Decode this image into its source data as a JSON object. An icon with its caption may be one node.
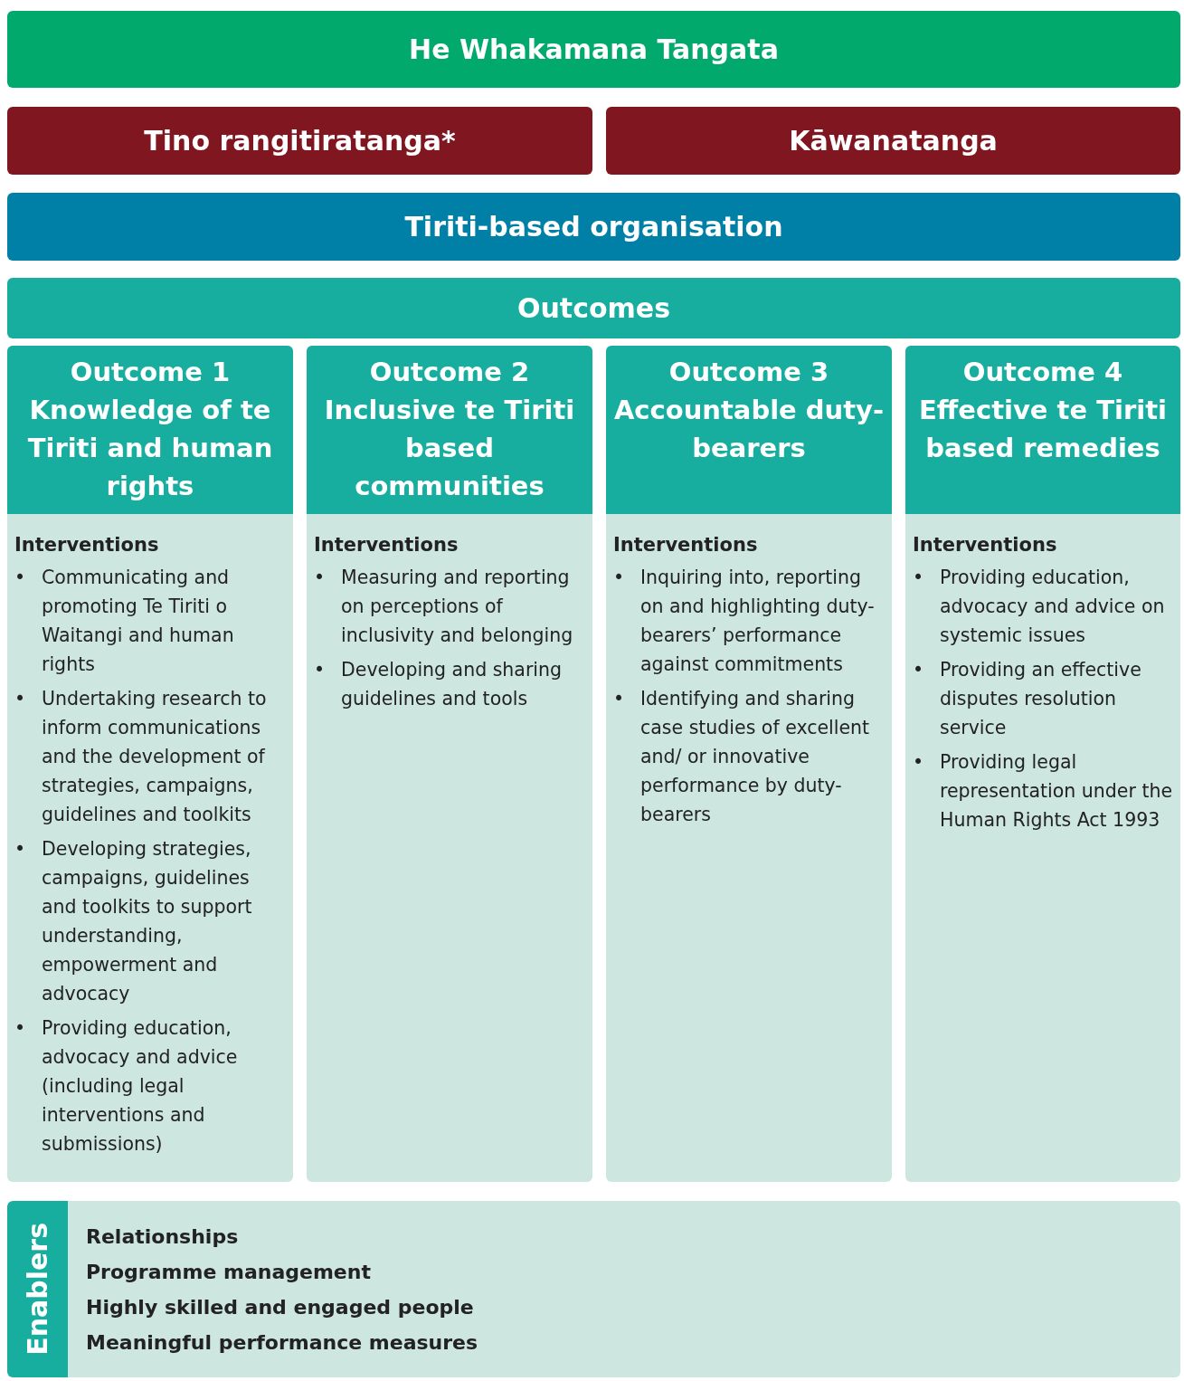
{
  "diagram": {
    "nodes": [
      {
        "text": [
          "He Whakamana Tangata"
        ]
      },
      {
        "text": [
          "Tino rangitiratanga*"
        ]
      },
      {
        "text": [
          "Kāwanatanga"
        ]
      },
      {
        "text": [
          "Tiriti-based organisation"
        ]
      },
      {
        "text": [
          "Outcomes"
        ]
      },
      {
        "text": [
          "Outcome 1 Knowledge of te Tiriti and human rights",
          "Interventions",
          "Communicating and promoting Te Tiriti o Waitangi and human rights",
          "Undertaking research to inform communications and the development of strategies, campaigns, guidelines and toolkits",
          "Developing strategies, campaigns, guidelines and toolkits to support understanding, empowerment and advocacy",
          "Providing education, advocacy and advice (including legal interventions and submissions)"
        ]
      },
      {
        "text": [
          "Outcome 2 Inclusive te Tiriti based communities",
          "Interventions",
          "Measuring and reporting on perceptions of inclusivity and belonging",
          "Developing and sharing guidelines and tools"
        ]
      },
      {
        "text": [
          "Outcome 3 Accountable duty-bearers",
          "Interventions",
          "Inquiring into, reporting on and highlighting duty-bearers’ performance against commitments",
          "Identifying and sharing case studies of excellent and/ or innovative performance by duty-bearers"
        ]
      },
      {
        "text": [
          "Outcome 4 Effective te Tiriti based remedies",
          "Interventions",
          "Providing education, advocacy and advice on systemic issues",
          "Providing an effective disputes resolution service",
          "Providing legal representation under the Human Rights Act 1993"
        ]
      },
      {
        "text": [
          "Relationships",
          "Programme management",
          "Highly skilled and engaged people",
          "Meaningful performance measures"
        ]
      },
      {
        "text": [
          "Enablers"
        ],
        "in": 9
      }
    ],
    "edges": [],
    "labels": [
      "•",
      "•",
      "•",
      "•",
      "•",
      "•",
      "•",
      "•",
      "•",
      "•",
      "•"
    ]
  }
}
